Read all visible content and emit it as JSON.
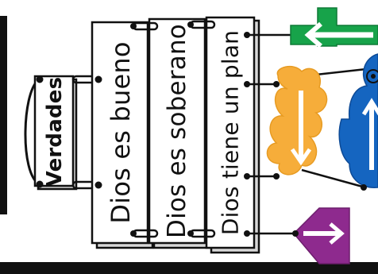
{
  "signs": {
    "title": "Verdades",
    "boards": [
      "Dios es bueno",
      "Dios es soberano",
      "Dios tiene un plan"
    ]
  },
  "colors": {
    "board_fill": "#ffffff",
    "board_side": "#d8d8d8",
    "ink": "#111111",
    "green": "#17a34a",
    "orange": "#f6ad3a",
    "blue": "#1565c0",
    "purple": "#8e2a8e"
  },
  "icons": [
    "cross-icon",
    "cloud-icon",
    "person-icon",
    "arrow-icon"
  ]
}
